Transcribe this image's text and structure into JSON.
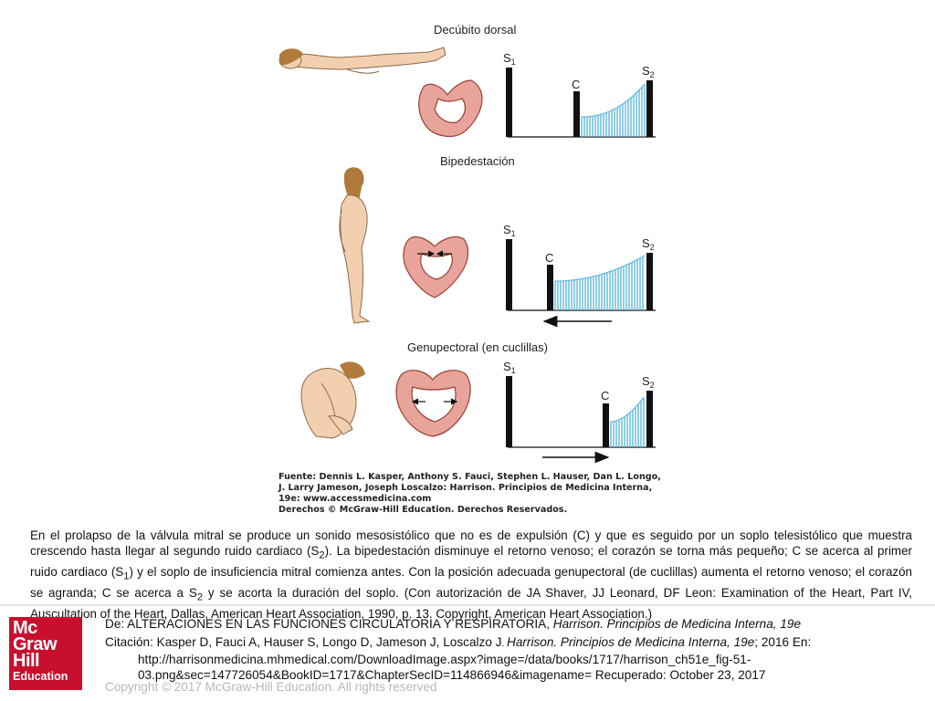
{
  "figure": {
    "panels": [
      {
        "title": "Decúbito dorsal",
        "s1": "S",
        "s1_sub": "1",
        "c": "C",
        "s2": "S",
        "s2_sub": "2"
      },
      {
        "title": "Bipedestación",
        "s1": "S",
        "s1_sub": "1",
        "c": "C",
        "s2": "S",
        "s2_sub": "2",
        "arrow": "left"
      },
      {
        "title": "Genupectoral (en cuclillas)",
        "s1": "S",
        "s1_sub": "1",
        "c": "C",
        "s2": "S",
        "s2_sub": "2",
        "arrow": "right"
      }
    ],
    "source_lines": [
      "Fuente: Dennis L. Kasper, Anthony S. Fauci, Stephen L. Hauser, Dan L. Longo,",
      "J. Larry Jameson, Joseph Loscalzo: Harrison. Principios de Medicina Interna,",
      "19e: www.accessmedicina.com",
      "Derechos © McGraw-Hill Education. Derechos Reservados."
    ],
    "colors": {
      "heart": "#e8a49a",
      "heart_stroke": "#9a3d33",
      "murmur": "#5fb8df",
      "skin": "#f2cfae",
      "hair": "#b07a3a"
    }
  },
  "caption": {
    "p1": "En el prolapso de la válvula mitral se produce un sonido mesosistólico que no es de expulsión (C) y que es seguido por un soplo telesistólico que muestra crescendo hasta llegar al segundo ruido cardiaco (S",
    "sub1": "2",
    "p2": "). La bipedestación disminuye el retorno venoso; el corazón se torna más pequeño; C se acerca al primer ruido cardiaco (S",
    "sub2": "1",
    "p3": ") y el soplo de insuficiencia mitral comienza antes. Con la posición adecuada genupectoral (de cuclillas) aumenta el retorno venoso; el corazón se agranda; C se acerca a S",
    "sub3": "2",
    "p4": " y se acorta la duración del soplo. (Con autorización de JA Shaver, JJ Leonard, DF Leon: Examination of the Heart, Part IV, Auscultation of the Heart, Dallas, American Heart Association, 1990, p. 13. Copyright, American Heart Association.)"
  },
  "logo": {
    "l1": "Mc",
    "l2": "Graw",
    "l3": "Hill",
    "l4": "Education"
  },
  "citation": {
    "line1_prefix": "De: ALTERACIONES EN LAS FUNCIONES CIRCULATORIA Y RESPIRATORIA, ",
    "line1_italic": "Harrison. Principios de Medicina Interna, 19e",
    "line2_prefix": "Citación: Kasper D, Fauci A, Hauser S, Longo D, Jameson J, Loscalzo J",
    "line2_dot": ". ",
    "line2_italic": "Harrison. Principios de Medicina Interna, 19e",
    "line2_suffix": "; 2016 En:",
    "line3": "http://harrisonmedicina.mhmedical.com/DownloadImage.aspx?image=/data/books/1717/harrison_ch51e_fig-51-03.png&sec=147726054&BookID=1717&ChapterSecID=114866946&imagename= Recuperado: October 23, 2017"
  },
  "copyright": "Copyright © 2017 McGraw-Hill Education. All rights reserved"
}
